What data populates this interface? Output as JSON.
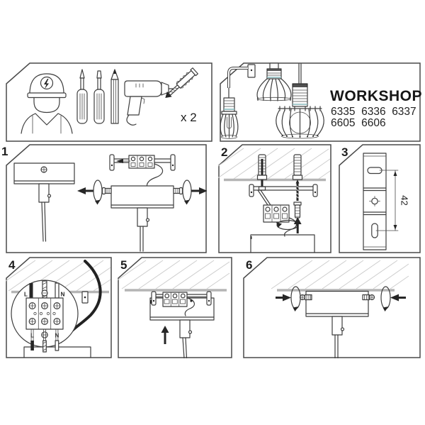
{
  "page": {
    "background": "#ffffff",
    "line_color": "#3e3e3e",
    "hatch_color": "#cdcdcd",
    "ceiling_color": "#b5b5b5",
    "accent_color": "#85b7ba",
    "cable_color": "#222222"
  },
  "brand": {
    "title": "WORKSHOP",
    "models_line1": "6335  6336  6337",
    "models_line2": "6605  6606"
  },
  "tools_panel": {
    "quantity_label": "x 2",
    "icons": [
      "electrician",
      "phillips-screwdriver",
      "flat-screwdriver",
      "pencil",
      "electric-drill",
      "wall-plug-with-screw"
    ]
  },
  "steps": [
    {
      "number": "1"
    },
    {
      "number": "2"
    },
    {
      "number": "3"
    },
    {
      "number": "4"
    },
    {
      "number": "5"
    },
    {
      "number": "6"
    }
  ],
  "step3": {
    "dimension_label": "42"
  },
  "step4": {
    "top_live": "L",
    "top_neutral": "N",
    "bottom_live": "L",
    "bottom_neutral": "N"
  }
}
